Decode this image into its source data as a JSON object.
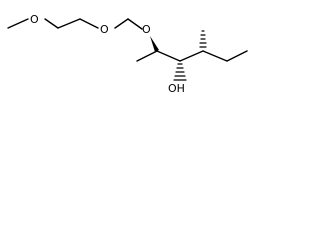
{
  "molecule": {
    "atoms": {
      "o_methoxy": "O",
      "o_ether_1": "O",
      "o_ether_2": "O",
      "hydroxyl": "OH"
    },
    "colors": {
      "bond": "#000000",
      "background": "#ffffff"
    }
  }
}
